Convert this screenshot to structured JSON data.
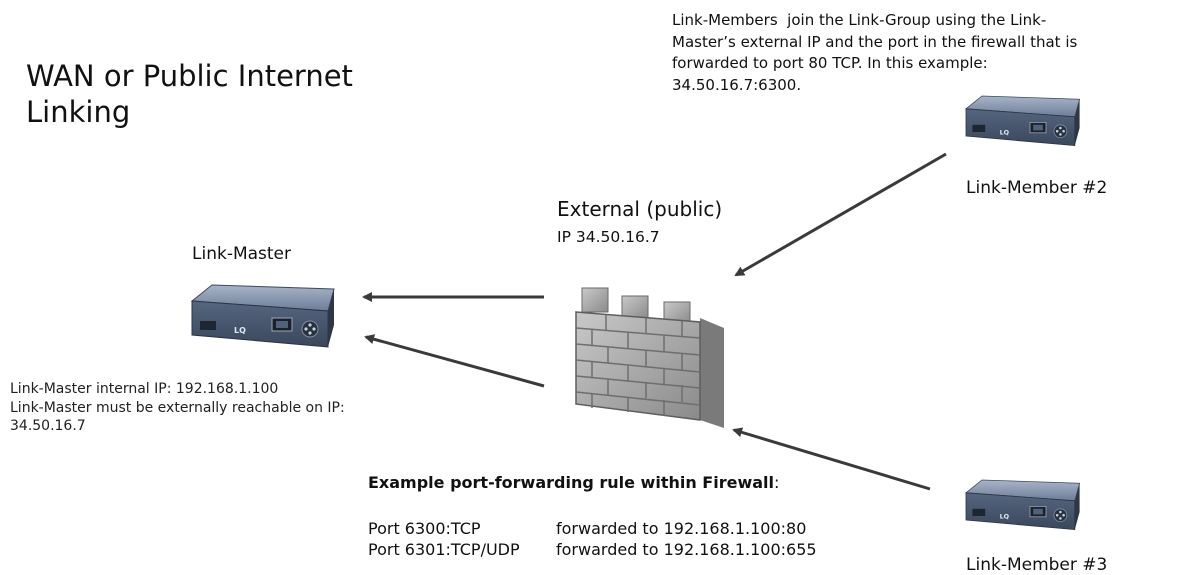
{
  "title": {
    "line1": "WAN or Public Internet",
    "line2": "Linking"
  },
  "top_note": {
    "line1": "Link-Members  join the Link-Group using the Link-",
    "line2": "Master’s external IP and the port in the firewall that is",
    "line3": "forwarded to port 80 TCP. In this example:",
    "line4": "34.50.16.7:6300."
  },
  "firewall": {
    "title": "External (public)",
    "ip": "IP 34.50.16.7",
    "icon": "brick-firewall-icon"
  },
  "link_master": {
    "label": "Link-Master",
    "note_line1": "Link-Master internal IP: 192.168.1.100",
    "note_line2": "Link-Master must be externally reachable on IP:",
    "note_line3": "34.50.16.7",
    "device_badge": "LQ"
  },
  "member2": {
    "label": "Link-Member #2",
    "device_badge": "LQ"
  },
  "member3": {
    "label": "Link-Member #3",
    "device_badge": "LQ"
  },
  "rules": {
    "title": "Example port-forwarding rule within Firewall",
    "title_suffix": ":",
    "rows": [
      {
        "port": "Port 6300:TCP",
        "target": "forwarded to 192.168.1.100:80"
      },
      {
        "port": "Port 6301:TCP/UDP",
        "target": "forwarded to 192.168.1.100:655"
      }
    ]
  },
  "colors": {
    "arrow": "#3a3a3a",
    "device_body": "#4d5d78",
    "device_top": "#7e8ea8",
    "brick": "#9a9a9a",
    "mortar": "#6e6e6e"
  }
}
